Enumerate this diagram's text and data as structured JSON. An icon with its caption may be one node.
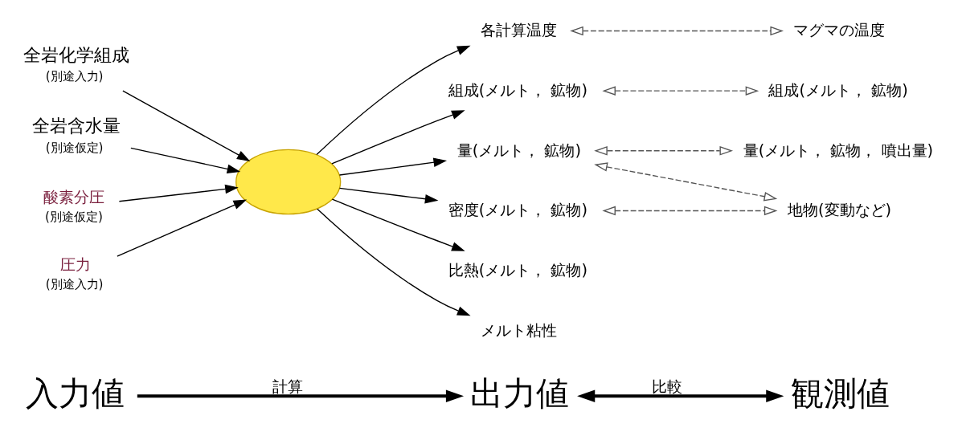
{
  "diagram": {
    "nodes": [
      {
        "text": [
          "入力値"
        ]
      },
      {
        "text": [
          "出力値"
        ]
      },
      {
        "text": [
          "観測値"
        ]
      },
      {
        "text": [
          "全岩化学組成",
          "(別途入力)"
        ]
      },
      {
        "text": [
          "全岩含水量",
          "(別途仮定)"
        ]
      },
      {
        "text": [
          "酸素分圧",
          "(別途仮定)"
        ]
      },
      {
        "text": [
          "圧力",
          "(別途入力)"
        ]
      },
      {
        "text": [],
        "shape": "cloud"
      },
      {
        "text": [
          "各計算温度"
        ]
      },
      {
        "text": [
          "組成(メルト， 鉱物)"
        ]
      },
      {
        "text": [
          "量(メルト， 鉱物)"
        ]
      },
      {
        "text": [
          "密度(メルト， 鉱物)"
        ]
      },
      {
        "text": [
          "比熱(メルト， 鉱物)"
        ]
      },
      {
        "text": [
          "メルト粘性"
        ]
      },
      {
        "text": [
          "マグマの温度"
        ]
      },
      {
        "text": [
          "組成(メルト， 鉱物)"
        ]
      },
      {
        "text": [
          "量(メルト， 鉱物， 噴出量)"
        ]
      },
      {
        "text": [
          "地物(変動など)"
        ]
      }
    ],
    "edges": [
      {
        "from": 0,
        "to": 1,
        "arrow": "to",
        "label": "計算",
        "style": "thick"
      },
      {
        "from": 1,
        "to": 2,
        "arrow": "both",
        "label": "比較",
        "style": "thick"
      },
      {
        "from": 3,
        "to": 7,
        "arrow": "to"
      },
      {
        "from": 4,
        "to": 7,
        "arrow": "to"
      },
      {
        "from": 5,
        "to": 7,
        "arrow": "to"
      },
      {
        "from": 6,
        "to": 7,
        "arrow": "to"
      },
      {
        "from": 7,
        "to": 8,
        "arrow": "to"
      },
      {
        "from": 7,
        "to": 9,
        "arrow": "to"
      },
      {
        "from": 7,
        "to": 10,
        "arrow": "to"
      },
      {
        "from": 7,
        "to": 11,
        "arrow": "to"
      },
      {
        "from": 7,
        "to": 12,
        "arrow": "to"
      },
      {
        "from": 7,
        "to": 13,
        "arrow": "to"
      },
      {
        "from": 8,
        "to": 14,
        "arrow": "both",
        "style": "dashed",
        "color": "#555555"
      },
      {
        "from": 9,
        "to": 15,
        "arrow": "both",
        "style": "dashed",
        "color": "#555555"
      },
      {
        "from": 10,
        "to": 16,
        "arrow": "both",
        "style": "dashed",
        "color": "#555555"
      },
      {
        "from": 10,
        "to": 17,
        "arrow": "both",
        "style": "dashed",
        "color": "#555555"
      },
      {
        "from": 11,
        "to": 17,
        "arrow": "both",
        "style": "dashed",
        "color": "#555555"
      }
    ]
  }
}
